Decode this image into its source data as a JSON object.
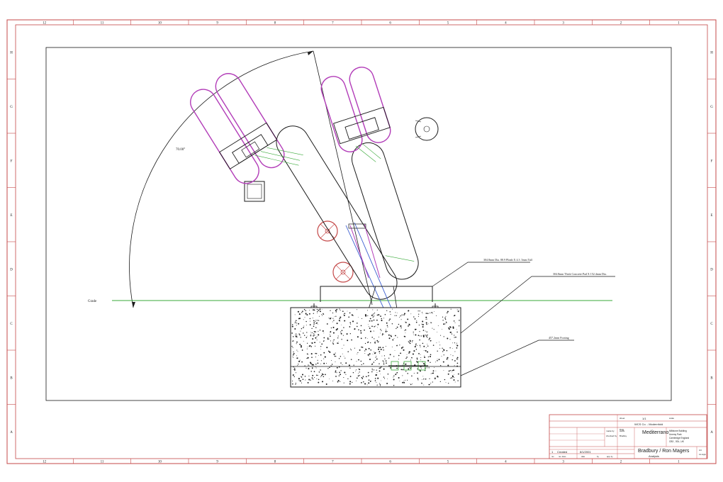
{
  "sheet": {
    "top_zones": [
      "12",
      "11",
      "10",
      "9",
      "8",
      "7",
      "6",
      "5",
      "4",
      "3",
      "2",
      "1"
    ],
    "bottom_zones": [
      "12",
      "11",
      "10",
      "9",
      "8",
      "7",
      "6",
      "5",
      "4",
      "3",
      "2",
      "1"
    ],
    "side_zones": [
      "H",
      "G",
      "F",
      "E",
      "D",
      "C",
      "B",
      "A"
    ]
  },
  "drawing": {
    "angle_label": "70.00°",
    "grade_label": "Grade",
    "callouts": {
      "pole": "304.8mm Dia. 88.9 Plinth X 4.3 .5mm Tall",
      "pad": "304.8mm Thick Concrete Pad X 152.4mm Dia.",
      "footing": "457.2mm Footing"
    }
  },
  "title_block": {
    "sheet_label": "sheet",
    "sheet_value": "1/1",
    "scale_label": "scale",
    "company": "WCS Co. - Modernfold",
    "product": "Mediterrano",
    "address": [
      "Millstone Building",
      "Unemy Park",
      "Cambridge England",
      "CB3 , 0DL, UK"
    ],
    "made_by_label": "made by",
    "made_by_value": "staffs",
    "checked_label": "checked by",
    "checked_value": "Bradley",
    "date_label": "Date",
    "drawing_title": "Bradbury / Ron Magers",
    "drawing_subtitle": "Analysis",
    "revision_num": "1",
    "revision_desc": "Created",
    "revision_date": "8/1/2001",
    "rev_headers": [
      "rev",
      "rev. desc.",
      "date",
      "by",
      "app. by"
    ],
    "a4_label": "A4",
    "first_angle_label": "1st angle"
  },
  "colors": {
    "border": "#c44848",
    "line": "#1a1a1a",
    "magenta": "#b23cb8",
    "green": "#3aaa3a",
    "blue": "#3c5fd0",
    "hatch": "#1a1a1a"
  }
}
